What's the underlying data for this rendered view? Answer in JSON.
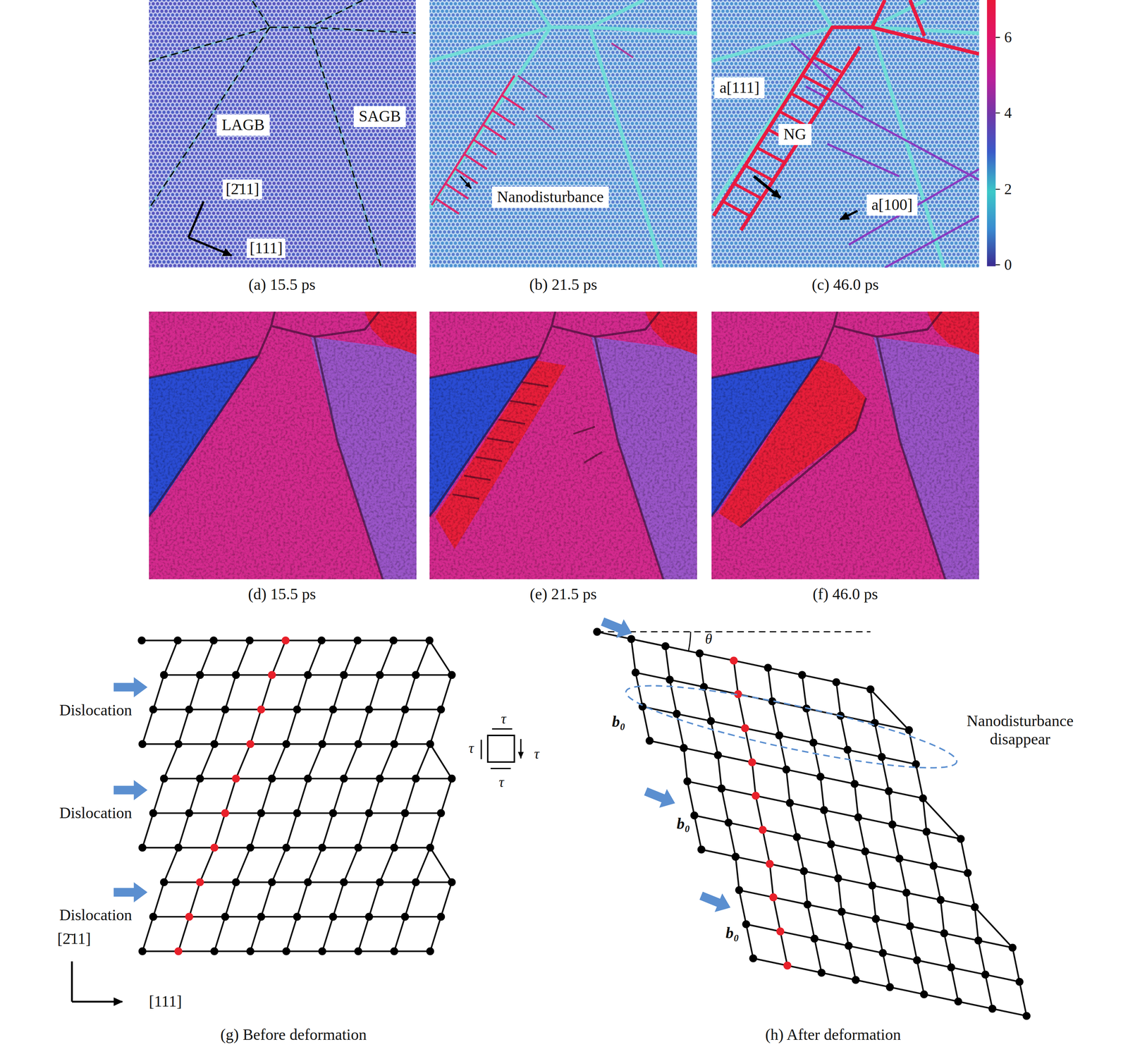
{
  "diagram": {
    "nodes": [
      {
        "text": [
          "LAGB"
        ]
      },
      {
        "text": [
          "SAGB"
        ]
      },
      {
        "text": [
          "Nanodisturbance"
        ]
      },
      {
        "text": [
          "a[111]"
        ]
      },
      {
        "text": [
          "NG"
        ]
      },
      {
        "text": [
          "a[100]"
        ]
      }
    ],
    "labels": [
      "[2̄11]",
      "[111]",
      "6",
      "4",
      "2",
      "0",
      "(a) 15.5 ps",
      "(b) 21.5 ps",
      "(c) 46.0 ps",
      "(d) 15.5 ps",
      "(e) 21.5 ps",
      "(f) 46.0 ps",
      "θ",
      "Dislocation",
      "Dislocation",
      "Dislocation",
      "τ",
      "τ",
      "τ",
      "τ",
      "b₀",
      "b₀",
      "b₀",
      "Nanodisturbance disappear",
      "[2̄11]",
      "[111]",
      "(g) Before deformation",
      "(h) After deformation"
    ]
  }
}
